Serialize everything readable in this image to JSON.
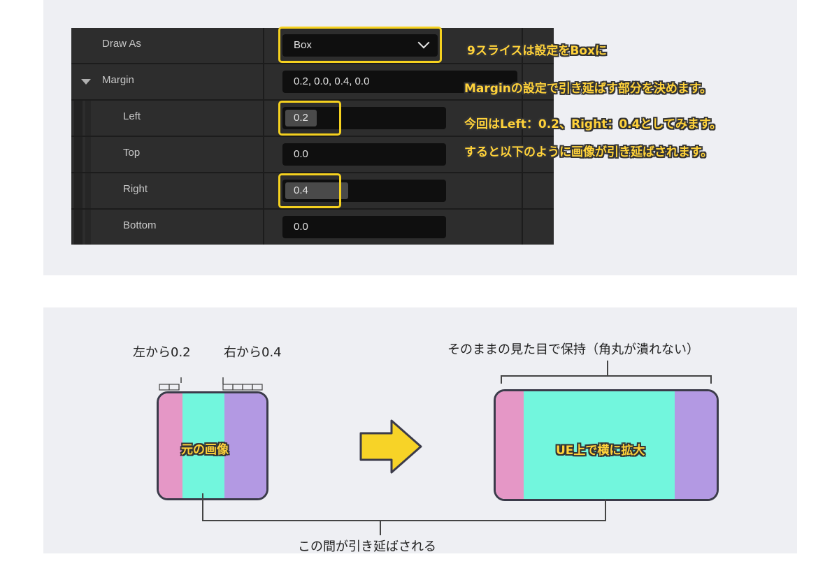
{
  "details": {
    "rows": [
      {
        "label": "Draw As",
        "value": "Box"
      },
      {
        "label": "Margin",
        "value": "0.2, 0.0, 0.4, 0.0"
      },
      {
        "label": "Left",
        "value": "0.2",
        "fill": 0.2
      },
      {
        "label": "Top",
        "value": "0.0",
        "fill": 0.0
      },
      {
        "label": "Right",
        "value": "0.4",
        "fill": 0.4
      },
      {
        "label": "Bottom",
        "value": "0.0",
        "fill": 0.0
      }
    ]
  },
  "notes": {
    "n1": "9スライスは設定をBoxに",
    "n2": "Marginの設定で引き延ばす部分を決めます。",
    "n3": "今回はLeft：0.2、Right：0.4としてみます。",
    "n4": "すると以下のように画像が引き延ばされます。"
  },
  "diagram": {
    "left_from": "左から0.2",
    "right_from": "右から0.4",
    "original": "元の画像",
    "scaled": "UE上で横に拡大",
    "keep": "そのままの見た目で保持（角丸が潰れない）",
    "stretch": "この間が引き延ばされる"
  },
  "colors": {
    "pink": "#e597c6",
    "cyan": "#72f6dd",
    "purple": "#b399e3",
    "arrow": "#f7d327",
    "highlight": "#f5d11f"
  },
  "icons": [
    "chevron-down-icon",
    "expand-triangle-icon",
    "right-arrow-icon"
  ]
}
